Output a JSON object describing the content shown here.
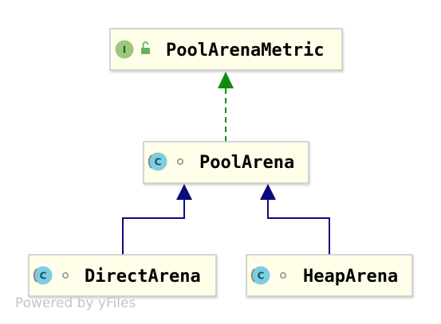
{
  "diagram": {
    "nodes": {
      "pool_arena_metric": {
        "name": "PoolArenaMetric",
        "kind_badge": "I",
        "kind": "interface",
        "visibility_icon": "unlocked-public-icon"
      },
      "pool_arena": {
        "name": "PoolArena",
        "kind_badge": "C",
        "kind": "abstract-class",
        "visibility_icon": "package-private-circle-icon"
      },
      "direct_arena": {
        "name": "DirectArena",
        "kind_badge": "C",
        "kind": "abstract-class",
        "visibility_icon": "package-private-circle-icon"
      },
      "heap_arena": {
        "name": "HeapArena",
        "kind_badge": "C",
        "kind": "abstract-class",
        "visibility_icon": "package-private-circle-icon"
      }
    },
    "edges": [
      {
        "from": "pool_arena",
        "to": "pool_arena_metric",
        "type": "implements"
      },
      {
        "from": "direct_arena",
        "to": "pool_arena",
        "type": "extends"
      },
      {
        "from": "heap_arena",
        "to": "pool_arena",
        "type": "extends"
      }
    ],
    "colors": {
      "node_fill": "#fefee9",
      "node_border": "#c8c8c8",
      "implements_arrow": "#108b10",
      "extends_arrow": "#0b0b80",
      "interface_badge": "#9bc77f",
      "class_badge": "#7ecde0"
    },
    "watermark": "Powered by yFiles"
  }
}
